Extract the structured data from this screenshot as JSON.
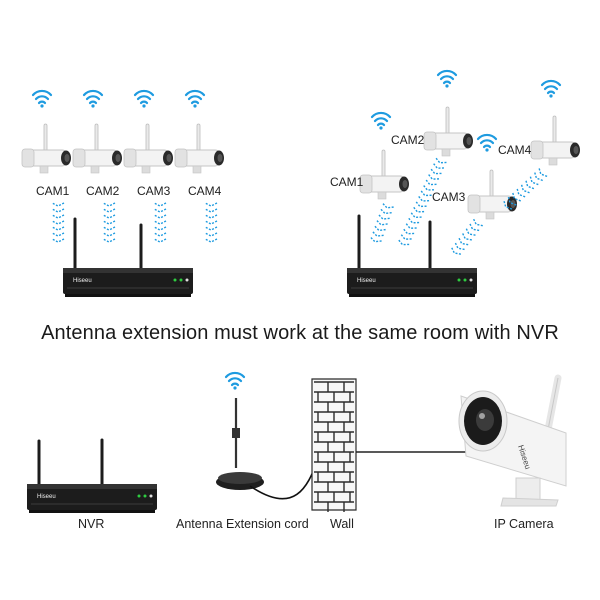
{
  "left_scene": {
    "cameras": [
      "CAM1",
      "CAM2",
      "CAM3",
      "CAM4"
    ],
    "nvr_brand": "Hiseeu"
  },
  "right_scene": {
    "cameras": [
      "CAM1",
      "CAM2",
      "CAM3",
      "CAM4"
    ],
    "nvr_brand": "Hiseeu"
  },
  "headline": "Antenna extension must work at the same room with NVR",
  "bottom_scene": {
    "labels": {
      "nvr": "NVR",
      "antenna": "Antenna Extension cord",
      "wall": "Wall",
      "camera": "IP Camera"
    },
    "nvr_brand": "Hiseeu",
    "camera_brand": "Hiseeu"
  },
  "colors": {
    "wifi": "#1e9be0",
    "signal": "#1e9be0",
    "nvr_body": "#1c1c1c",
    "camera_body": "#f2f2f2",
    "wall_brick": "#2b2b2b"
  }
}
